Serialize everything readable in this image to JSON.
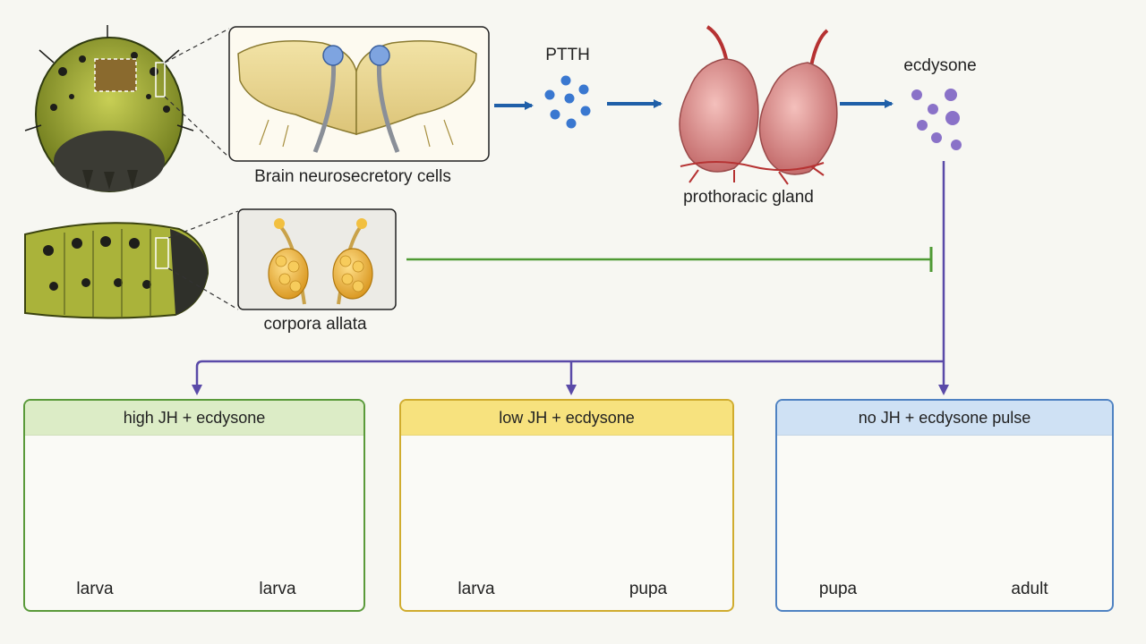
{
  "labels": {
    "brain": "Brain neurosecretory cells",
    "ptth": "PTTH",
    "prothoracic": "prothoracic gland",
    "ecdysone": "ecdysone",
    "corpora": "corpora allata"
  },
  "panels": [
    {
      "title": "high JH + ecdysone",
      "from": "larva",
      "to": "larva",
      "color": "#5a9a3a",
      "head": "#dcecc6",
      "arrow": "#3f9a2e"
    },
    {
      "title": "low JH + ecdysone",
      "from": "larva",
      "to": "pupa",
      "color": "#d0ac2e",
      "head": "#f7e27e",
      "arrow": "#d4a21c"
    },
    {
      "title": "no JH + ecdysone pulse",
      "from": "pupa",
      "to": "adult",
      "color": "#4f82c2",
      "head": "#cfe1f4",
      "arrow": "#3a80c9"
    }
  ],
  "colors": {
    "blue_arrow": "#1f5fa8",
    "ptth_dots": "#3a78d0",
    "ecdysone_dots": "#8a72c8",
    "inhibition": "#4f9a34",
    "purple_line": "#5a4aa8"
  }
}
